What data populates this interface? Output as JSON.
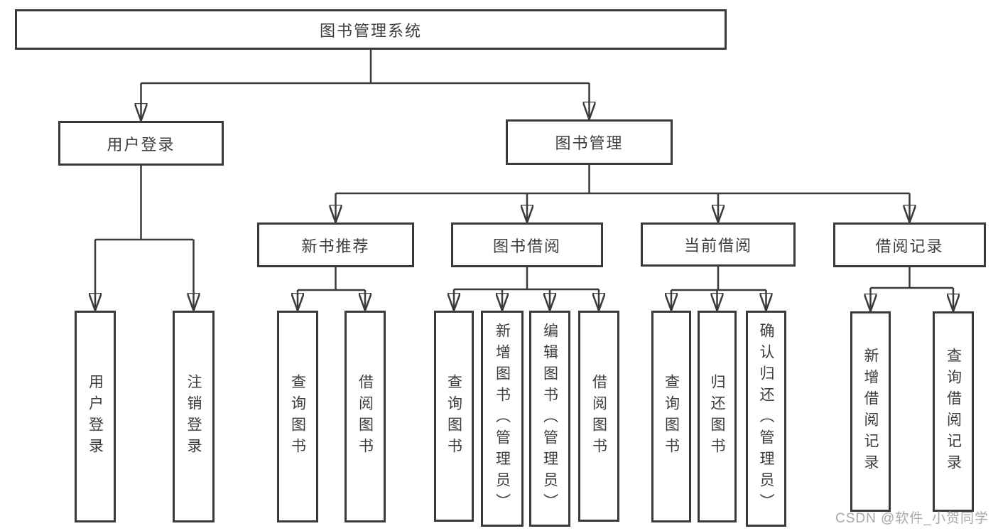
{
  "nodes": {
    "root": {
      "label": "图书管理系统"
    },
    "user_login": {
      "label": "用户登录"
    },
    "book_mgmt": {
      "label": "图书管理"
    },
    "new_book_rec": {
      "label": "新书推荐"
    },
    "book_borrow": {
      "label": "图书借阅"
    },
    "current_borrow": {
      "label": "当前借阅"
    },
    "borrow_record": {
      "label": "借阅记录"
    },
    "leaf_user_login": {
      "label": "用户登录"
    },
    "leaf_logout": {
      "label": "注销登录"
    },
    "leaf_query_book_rec": {
      "label": "查询图书"
    },
    "leaf_borrow_book_rec": {
      "label": "借阅图书"
    },
    "leaf_query_book_borrow": {
      "label": "查询图书"
    },
    "leaf_add_book": {
      "label": "新增图书（管理员）"
    },
    "leaf_edit_book": {
      "label": "编辑图书（管理员）"
    },
    "leaf_borrow_book": {
      "label": "借阅图书"
    },
    "leaf_query_book_current": {
      "label": "查询图书"
    },
    "leaf_return_book": {
      "label": "归还图书"
    },
    "leaf_confirm_return": {
      "label": "确认归还（管理员）"
    },
    "leaf_add_borrow_record": {
      "label": "新增借阅记录"
    },
    "leaf_query_borrow_record": {
      "label": "查询借阅记录"
    }
  },
  "watermark": {
    "text": "CSDN @软件_小贺同学"
  },
  "colors": {
    "line": "#3a3a3a",
    "text": "#3d3d3d",
    "watermark": "#a8a8a8",
    "background": "#ffffff"
  }
}
